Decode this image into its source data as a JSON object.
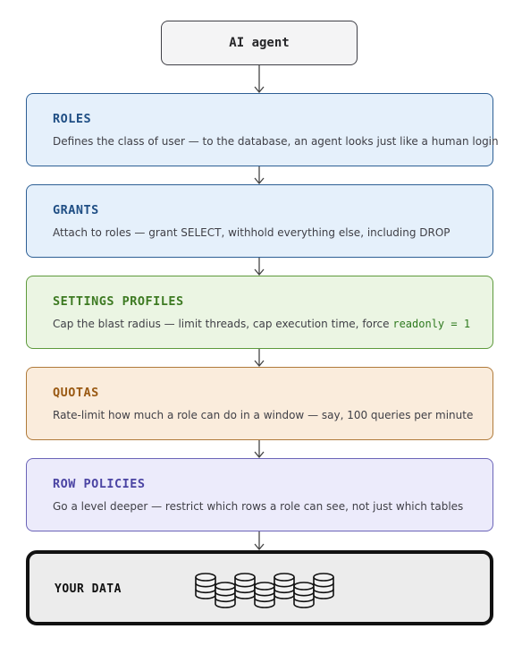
{
  "agent": {
    "label": "AI agent"
  },
  "layers": [
    {
      "key": "roles",
      "title": "ROLES",
      "description": "Defines the class of user — to the database, an agent looks just like a human login",
      "colors": {
        "bg": "#e5f0fb",
        "border": "#2d5f95",
        "title": "#1f4e84"
      }
    },
    {
      "key": "grants",
      "title": "GRANTS",
      "description": "Attach to roles — grant SELECT, withhold everything else, including DROP",
      "colors": {
        "bg": "#e5f0fb",
        "border": "#2d5f95",
        "title": "#1f4e84"
      }
    },
    {
      "key": "settings-profiles",
      "title": "SETTINGS PROFILES",
      "description": "Cap the blast radius — limit threads, cap execution time, force ",
      "code": "readonly = 1",
      "colors": {
        "bg": "#ebf5e3",
        "border": "#5e9a3c",
        "title": "#3d7a22"
      }
    },
    {
      "key": "quotas",
      "title": "QUOTAS",
      "description": "Rate-limit how much a role can do in a window — say, 100 queries per minute",
      "colors": {
        "bg": "#faecdc",
        "border": "#b07a3a",
        "title": "#9a5a14"
      }
    },
    {
      "key": "row-policies",
      "title": "ROW POLICIES",
      "description": "Go a level deeper — restrict which rows a role can see, not just which tables",
      "colors": {
        "bg": "#ecebfb",
        "border": "#6b64b8",
        "title": "#4b44a3"
      }
    }
  ],
  "data_node": {
    "title": "YOUR DATA",
    "icon": "database-stack-icon"
  }
}
